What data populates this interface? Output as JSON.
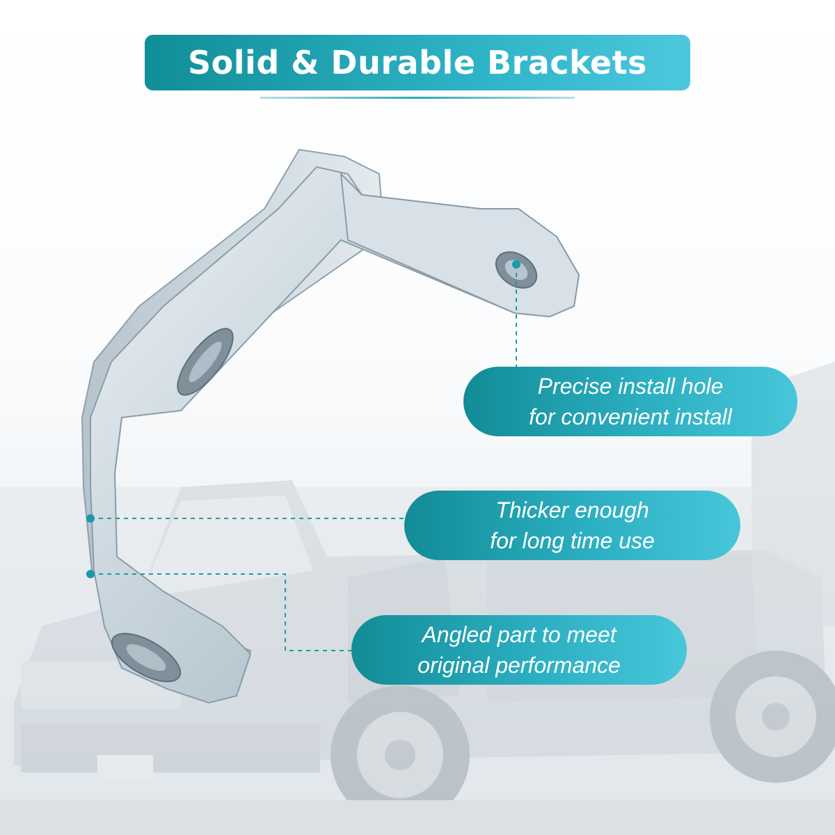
{
  "title": "Solid & Durable Brackets",
  "callouts": [
    {
      "line1": "Precise install hole",
      "line2": "for convenient install"
    },
    {
      "line1": "Thicker enough",
      "line2": "for long time use"
    },
    {
      "line1": "Angled part to meet",
      "line2": "original performance"
    }
  ],
  "colors": {
    "accent": "#1a9aa8",
    "accent_light": "#48c6da",
    "text_on_accent": "#ffffff",
    "bracket_metal": "#c9d6df"
  },
  "icons": [
    "pickup-truck-background",
    "metal-bracket-image"
  ]
}
